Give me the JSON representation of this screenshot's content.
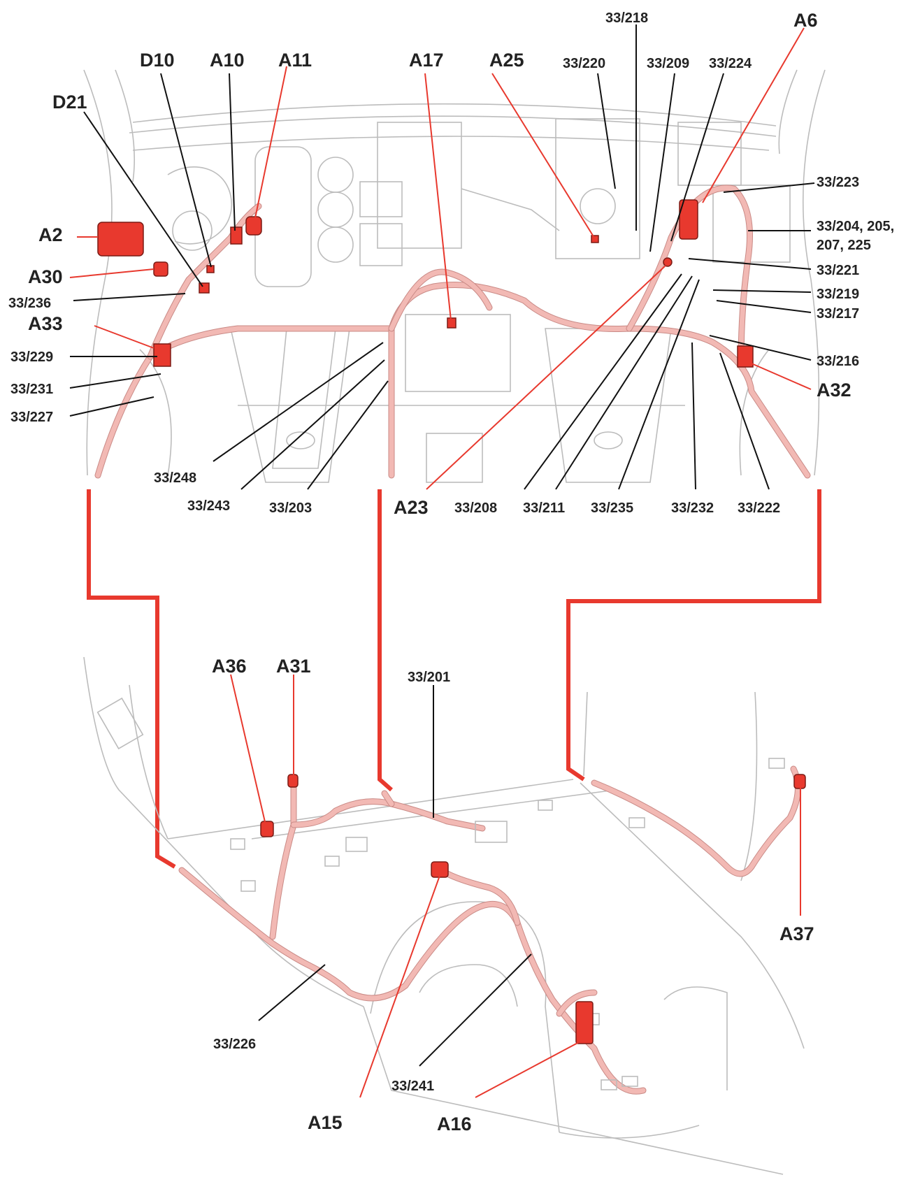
{
  "labels": {
    "A2": "A2",
    "A6": "A6",
    "A10": "A10",
    "A11": "A11",
    "A15": "A15",
    "A16": "A16",
    "A17": "A17",
    "A23": "A23",
    "A25": "A25",
    "A30": "A30",
    "A31": "A31",
    "A32": "A32",
    "A33": "A33",
    "A36": "A36",
    "A37": "A37",
    "D10": "D10",
    "D21": "D21",
    "w201": "33/201",
    "w203": "33/203",
    "w204": "33/204, 205,",
    "w204b": "207, 225",
    "w208": "33/208",
    "w209": "33/209",
    "w211": "33/211",
    "w216": "33/216",
    "w217": "33/217",
    "w218": "33/218",
    "w219": "33/219",
    "w220": "33/220",
    "w221": "33/221",
    "w222": "33/222",
    "w223": "33/223",
    "w224": "33/224",
    "w226": "33/226",
    "w227": "33/227",
    "w229": "33/229",
    "w231": "33/231",
    "w232": "33/232",
    "w235": "33/235",
    "w236": "33/236",
    "w241": "33/241",
    "w243": "33/243",
    "w248": "33/248"
  },
  "colors": {
    "connector": "#e8392e",
    "harness": "#f2b9b4",
    "outline": "#bcbcbc",
    "text": "#222222"
  }
}
